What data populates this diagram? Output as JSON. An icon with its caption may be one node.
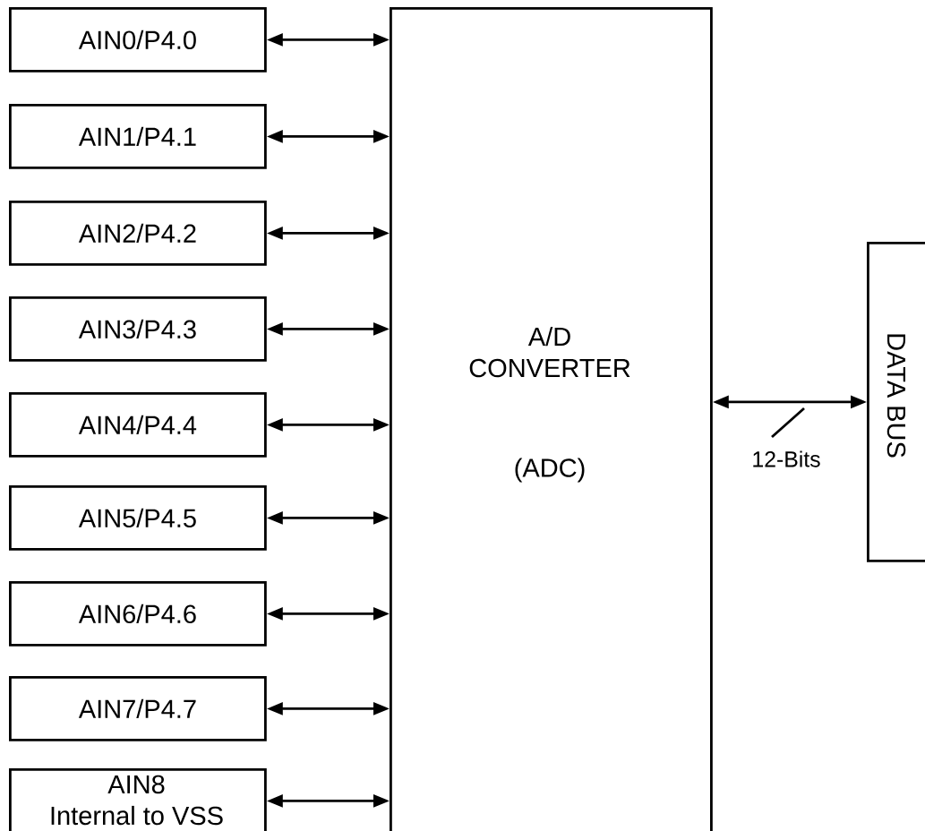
{
  "diagram": {
    "nodes": [
      {
        "text": [
          "AIN0/P4.0"
        ]
      },
      {
        "text": [
          "AIN1/P4.1"
        ]
      },
      {
        "text": [
          "AIN2/P4.2"
        ]
      },
      {
        "text": [
          "AIN3/P4.3"
        ]
      },
      {
        "text": [
          "AIN4/P4.4"
        ]
      },
      {
        "text": [
          "AIN5/P4.5"
        ]
      },
      {
        "text": [
          "AIN6/P4.6"
        ]
      },
      {
        "text": [
          "AIN7/P4.7"
        ]
      },
      {
        "text": [
          "AIN8",
          "Internal to VSS"
        ]
      },
      {
        "text": [
          "A/D CONVERTER",
          "(ADC)"
        ]
      },
      {
        "text": [
          "DATA BUS"
        ]
      }
    ],
    "edges": [
      {
        "from": 0,
        "to": 9,
        "arrow": "both"
      },
      {
        "from": 1,
        "to": 9,
        "arrow": "both"
      },
      {
        "from": 2,
        "to": 9,
        "arrow": "both"
      },
      {
        "from": 3,
        "to": 9,
        "arrow": "both"
      },
      {
        "from": 4,
        "to": 9,
        "arrow": "both"
      },
      {
        "from": 5,
        "to": 9,
        "arrow": "both"
      },
      {
        "from": 6,
        "to": 9,
        "arrow": "both"
      },
      {
        "from": 7,
        "to": 9,
        "arrow": "both"
      },
      {
        "from": 8,
        "to": 9,
        "arrow": "both"
      },
      {
        "from": 9,
        "to": 10,
        "arrow": "both",
        "label": "12-Bits"
      }
    ]
  }
}
